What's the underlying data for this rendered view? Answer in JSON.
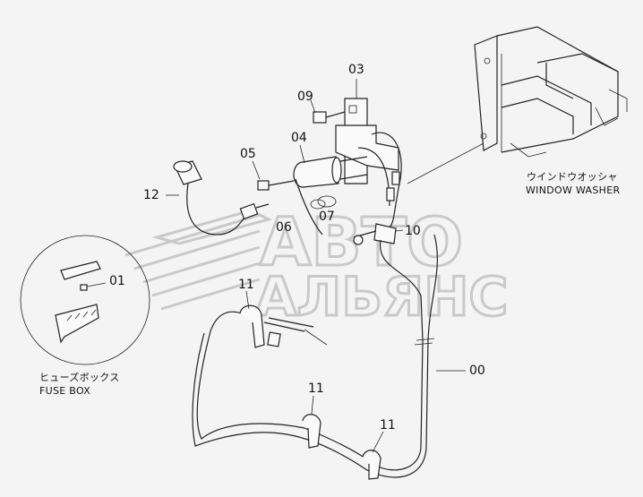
{
  "watermark": {
    "line1": "АВТО",
    "line2": "АЛЬЯНС"
  },
  "callouts": {
    "p00": "00",
    "p01": "01",
    "p03": "03",
    "p04": "04",
    "p05": "05",
    "p06": "06",
    "p07": "07",
    "p09": "09",
    "p10": "10",
    "p12": "12",
    "p11a": "11",
    "p11b": "11",
    "p11c": "11"
  },
  "captions": {
    "window_washer_jp": "ウインドウオッシャ",
    "window_washer_en": "WINDOW WASHER",
    "fuse_box_jp": "ヒューズボックス",
    "fuse_box_en": "FUSE BOX"
  }
}
